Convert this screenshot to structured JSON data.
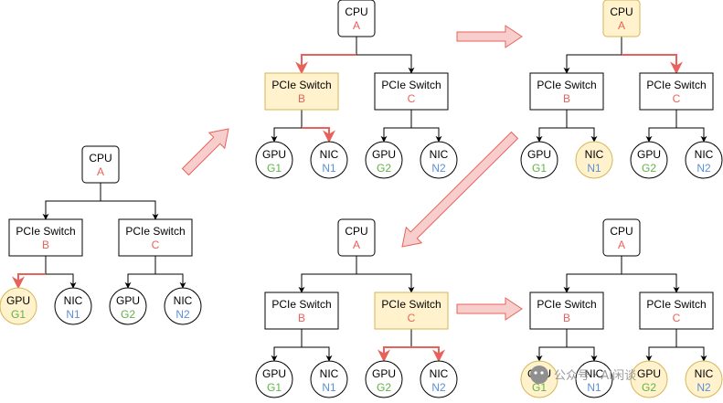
{
  "colors": {
    "line": "#000000",
    "highlight_line": "#e8625b",
    "highlight_fill": "#fff2cc",
    "highlight_stroke": "#d6b656",
    "sublabel_red": "#e8625b",
    "sublabel_green": "#60b347",
    "sublabel_blue": "#5d8fd6",
    "flow_arrow_fill": "#f8cecc",
    "flow_arrow_stroke": "#e8625b"
  },
  "labels": {
    "cpu": "CPU",
    "switch": "PCIe Switch",
    "gpu": "GPU",
    "nic": "NIC",
    "cpu_id": "A",
    "switch_left_id": "B",
    "switch_right_id": "C",
    "gpu_left_id": "G1",
    "nic_left_id": "N1",
    "gpu_right_id": "G2",
    "nic_right_id": "N2"
  },
  "diagrams": [
    {
      "id": "diagram-1",
      "highlight_nodes": [
        "gpu1"
      ],
      "highlight_path": [
        "sw1-gpu1"
      ]
    },
    {
      "id": "diagram-2",
      "highlight_nodes": [
        "sw1"
      ],
      "highlight_path": [
        "cpu-sw1",
        "sw1-nic1"
      ]
    },
    {
      "id": "diagram-3",
      "highlight_nodes": [
        "cpu",
        "nic1"
      ],
      "highlight_path": [
        "cpu-sw2"
      ]
    },
    {
      "id": "diagram-4",
      "highlight_nodes": [
        "sw2"
      ],
      "highlight_path": [
        "sw2-gpu2",
        "sw2-nic2"
      ]
    },
    {
      "id": "diagram-5",
      "highlight_nodes": [
        "gpu1",
        "gpu2",
        "nic2"
      ],
      "highlight_path": []
    }
  ],
  "icons": [
    "flow-arrow-icon",
    "wechat-icon"
  ],
  "watermark": "公众号 · AI闲谈"
}
